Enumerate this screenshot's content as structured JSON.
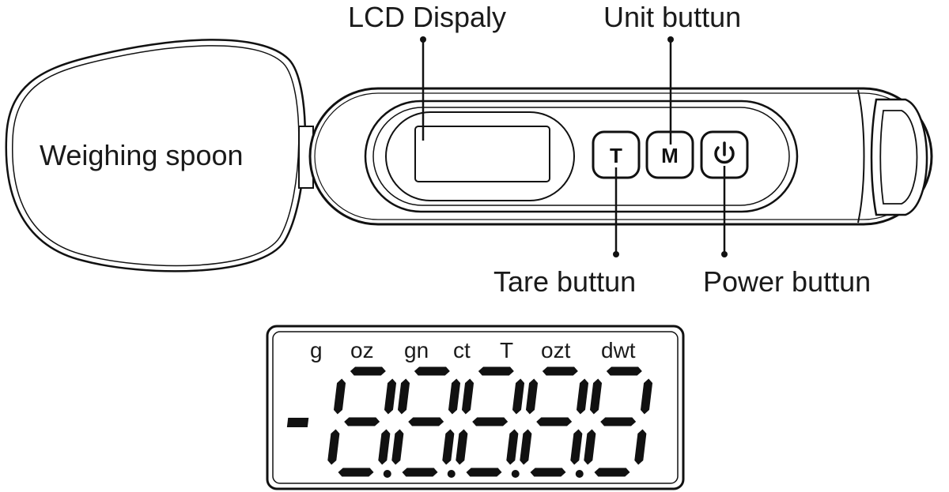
{
  "labels": {
    "lcd_display": "LCD Dispaly",
    "unit_button": "Unit buttun",
    "tare_button": "Tare buttun",
    "power_button": "Power buttun",
    "weighing_spoon": "Weighing spoon"
  },
  "buttons": {
    "tare_glyph": "T",
    "unit_glyph": "M",
    "power_icon": "power-icon"
  },
  "display": {
    "units": [
      "g",
      "oz",
      "gn",
      "ct",
      "T",
      "ozt",
      "dwt"
    ],
    "sign": "-",
    "digits": "88888"
  }
}
